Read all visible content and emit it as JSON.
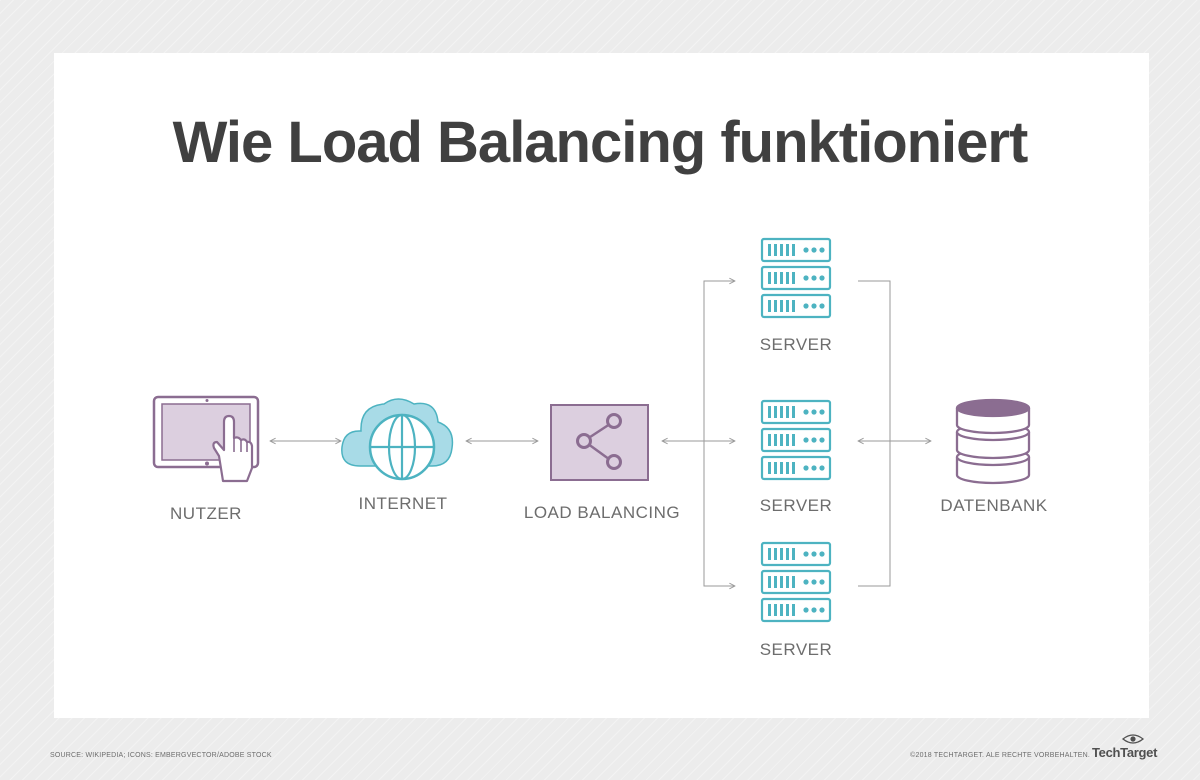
{
  "title": "Wie Load Balancing funktioniert",
  "nodes": {
    "user": "NUTZER",
    "internet": "INTERNET",
    "load_balancer": "LOAD BALANCING",
    "server_top": "SERVER",
    "server_middle": "SERVER",
    "server_bottom": "SERVER",
    "database": "DATENBANK"
  },
  "footer": {
    "source": "SOURCE: WIKIPEDIA; ICONS: EMBERGVECTOR/ADOBE STOCK",
    "copyright": "©2018 TECHTARGET. ALE RECHTE VORBEHALTEN.",
    "brand": "TechTarget"
  },
  "colors": {
    "title": "#404040",
    "label": "#6d6d6d",
    "purple": "#8b6d91",
    "purple_light": "#dccfdf",
    "teal": "#4db3c1",
    "teal_light": "#a8dbe7",
    "arrow": "#9a9a9a"
  },
  "icons": {
    "user": "tablet-touch-icon",
    "internet": "cloud-globe-icon",
    "load_balancer": "share-icon",
    "server": "server-rack-icon",
    "database": "database-icon"
  }
}
